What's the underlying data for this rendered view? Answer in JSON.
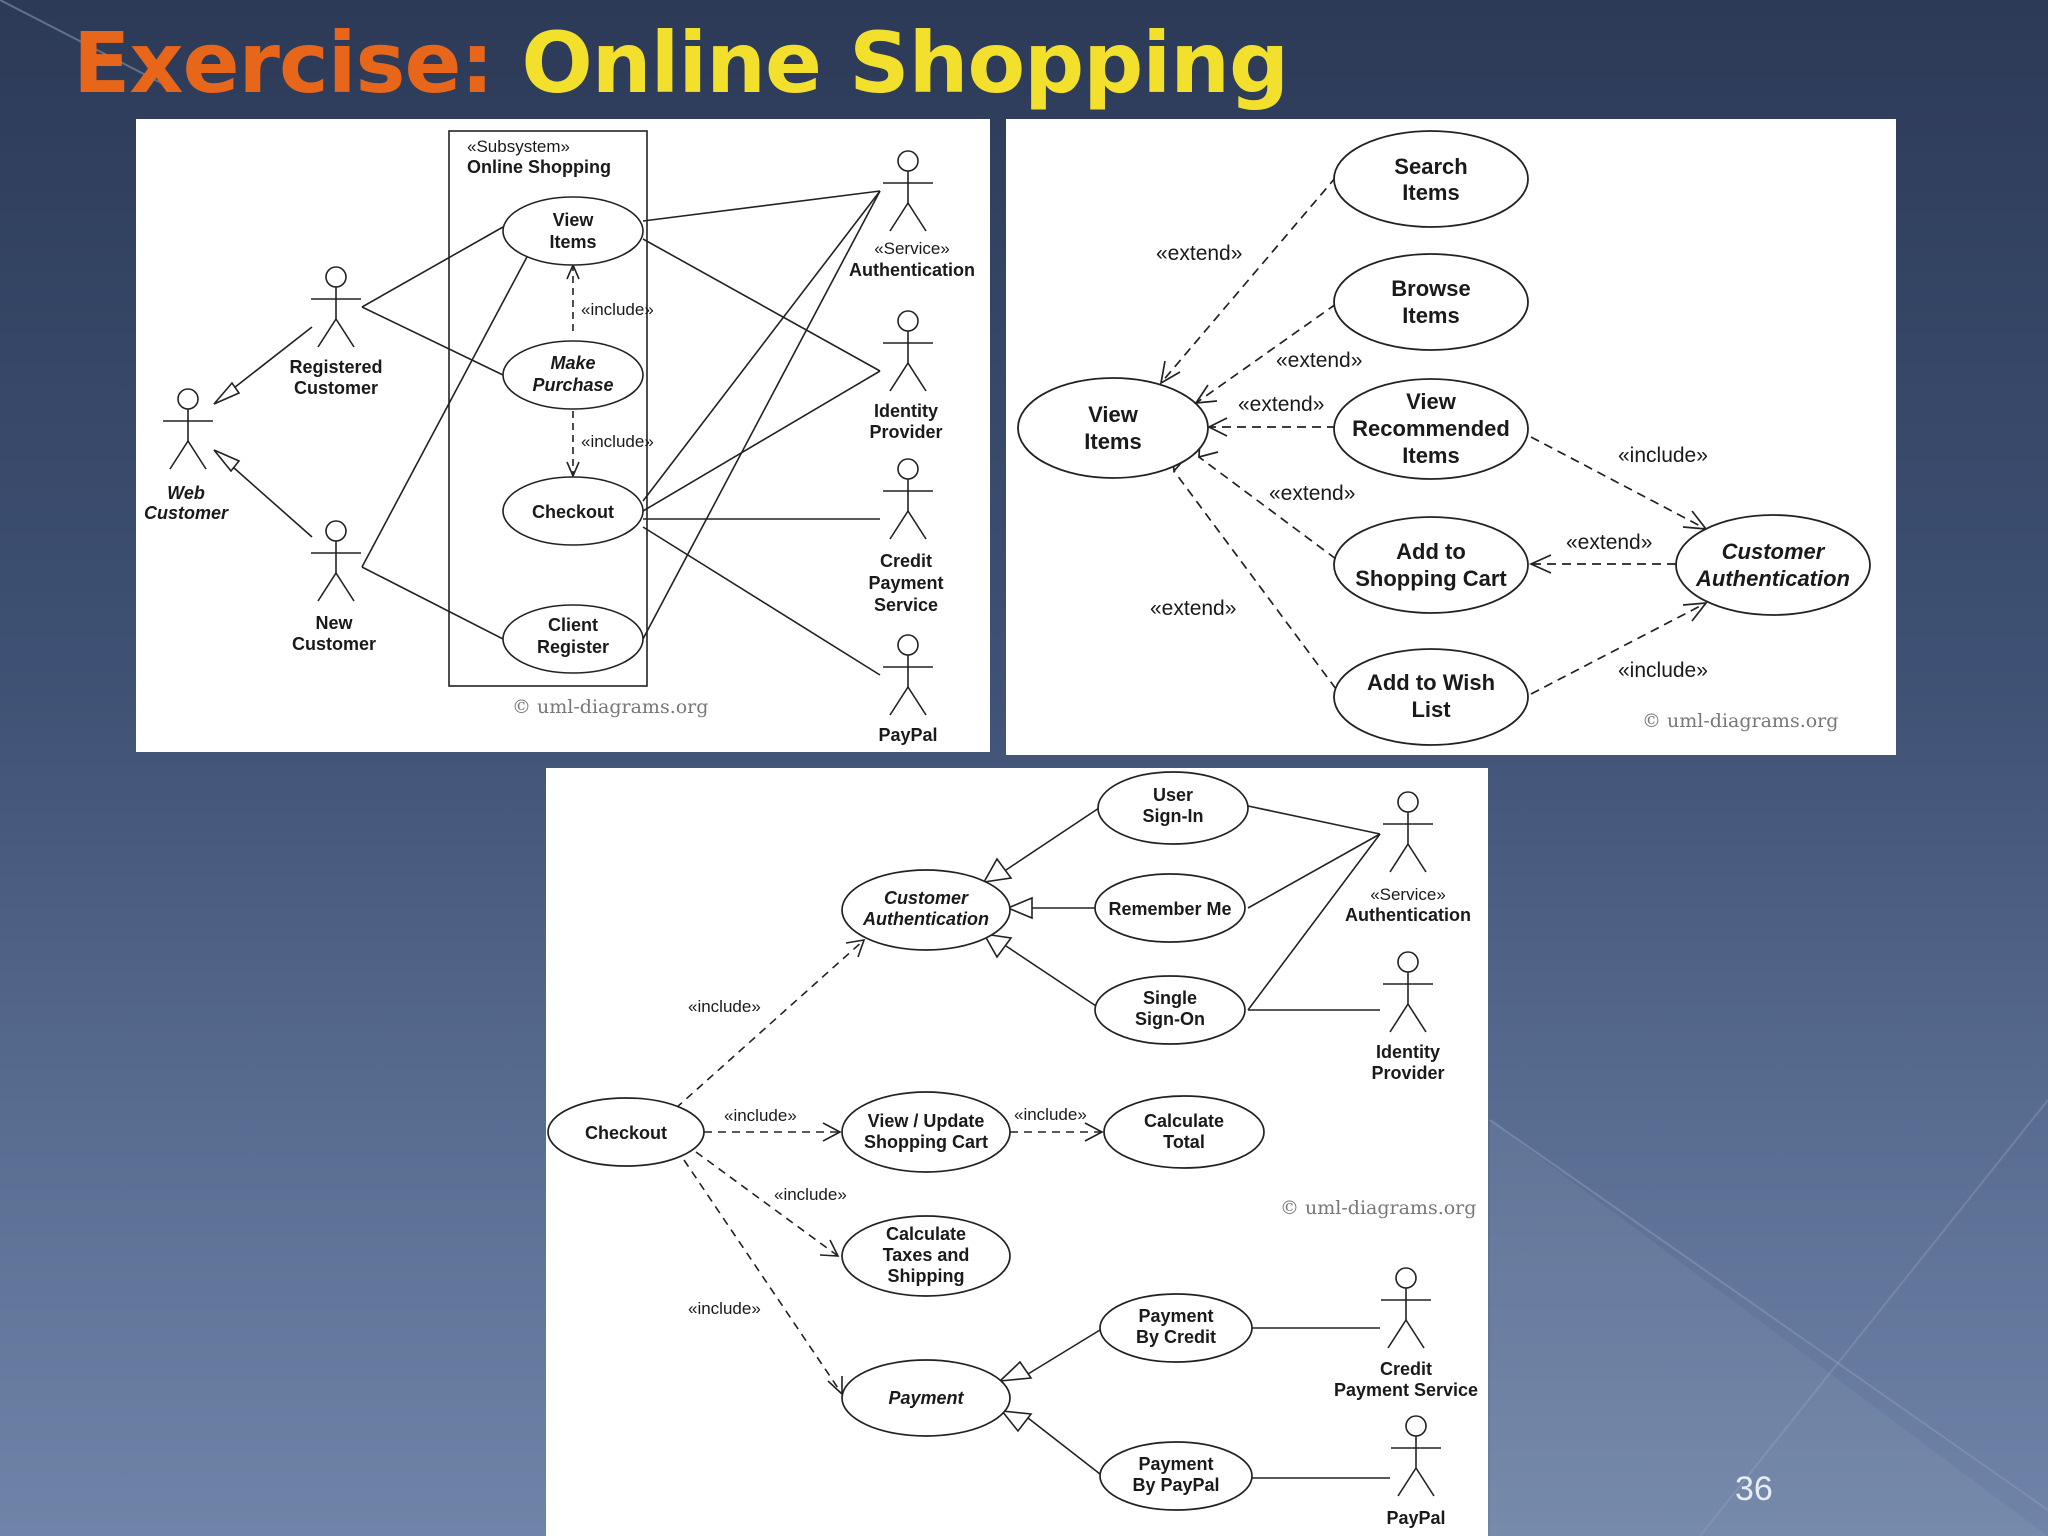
{
  "title": {
    "part1": "Exercise:",
    "part2": "Online Shopping"
  },
  "page_number": "36",
  "colors": {
    "title_orange": "#e8661a",
    "title_yellow": "#f3e02c",
    "background": "#3f5275"
  },
  "d1": {
    "subsystem_stereotype": "«Subsystem»",
    "subsystem_name": "Online Shopping",
    "uc_view_1": "View",
    "uc_view_2": "Items",
    "uc_make_1": "Make",
    "uc_make_2": "Purchase",
    "uc_checkout": "Checkout",
    "uc_client_1": "Client",
    "uc_client_2": "Register",
    "include": "«include»",
    "actor_web_1": "Web",
    "actor_web_2": "Customer",
    "actor_reg_1": "Registered",
    "actor_reg_2": "Customer",
    "actor_new_1": "New",
    "actor_new_2": "Customer",
    "actor_auth_1": "«Service»",
    "actor_auth_2": "Authentication",
    "actor_idp_1": "Identity",
    "actor_idp_2": "Provider",
    "actor_cps_1": "Credit",
    "actor_cps_2": "Payment",
    "actor_cps_3": "Service",
    "actor_paypal": "PayPal",
    "copyright": "© uml-diagrams.org"
  },
  "d2": {
    "uc_search_1": "Search",
    "uc_search_2": "Items",
    "uc_browse_1": "Browse",
    "uc_browse_2": "Items",
    "uc_view_1": "View",
    "uc_view_2": "Items",
    "uc_rec_1": "View",
    "uc_rec_2": "Recommended",
    "uc_rec_3": "Items",
    "uc_cart_1": "Add to",
    "uc_cart_2": "Shopping Cart",
    "uc_wish_1": "Add to Wish",
    "uc_wish_2": "List",
    "uc_auth_1": "Customer",
    "uc_auth_2": "Authentication",
    "extend": "«extend»",
    "include": "«include»",
    "copyright": "© uml-diagrams.org"
  },
  "d3": {
    "uc_signin_1": "User",
    "uc_signin_2": "Sign-In",
    "uc_remember": "Remember Me",
    "uc_sso_1": "Single",
    "uc_sso_2": "Sign-On",
    "uc_auth_1": "Customer",
    "uc_auth_2": "Authentication",
    "uc_checkout": "Checkout",
    "uc_cart_1": "View / Update",
    "uc_cart_2": "Shopping Cart",
    "uc_calc_1": "Calculate",
    "uc_calc_2": "Total",
    "uc_tax_1": "Calculate",
    "uc_tax_2": "Taxes and",
    "uc_tax_3": "Shipping",
    "uc_payment": "Payment",
    "uc_paycredit_1": "Payment",
    "uc_paycredit_2": "By Credit",
    "uc_paypaypal_1": "Payment",
    "uc_paypaypal_2": "By PayPal",
    "include": "«include»",
    "actor_auth_1": "«Service»",
    "actor_auth_2": "Authentication",
    "actor_idp_1": "Identity",
    "actor_idp_2": "Provider",
    "actor_cps_1": "Credit",
    "actor_cps_2": "Payment Service",
    "actor_paypal": "PayPal",
    "copyright": "© uml-diagrams.org"
  }
}
